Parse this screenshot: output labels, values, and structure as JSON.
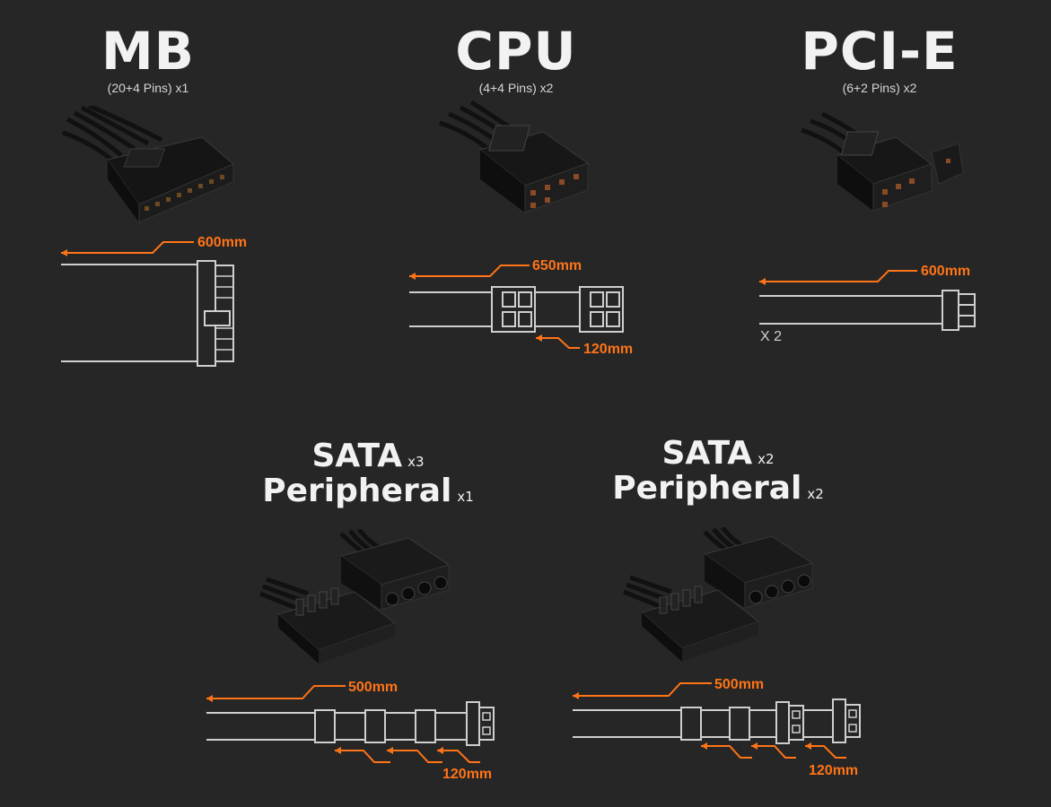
{
  "colors": {
    "background": "#262626",
    "accent": "#ff7417",
    "line": "#cfcfcf"
  },
  "connectors": {
    "mb": {
      "title": "MB",
      "pins": "(20+4 Pins) x1",
      "length": "600mm"
    },
    "cpu": {
      "title": "CPU",
      "pins": "(4+4 Pins) x2",
      "length": "650mm",
      "spacing": "120mm"
    },
    "pcie": {
      "title": "PCI-E",
      "pins": "(6+2 Pins) x2",
      "length": "600mm",
      "cables": "X 2"
    },
    "sata1": {
      "sata_label": "SATA",
      "sata_count": "x3",
      "peripheral_label": "Peripheral",
      "peripheral_count": "x1",
      "length": "500mm",
      "spacing": "120mm"
    },
    "sata2": {
      "sata_label": "SATA",
      "sata_count": "x2",
      "peripheral_label": "Peripheral",
      "peripheral_count": "x2",
      "length": "500mm",
      "spacing": "120mm"
    }
  }
}
